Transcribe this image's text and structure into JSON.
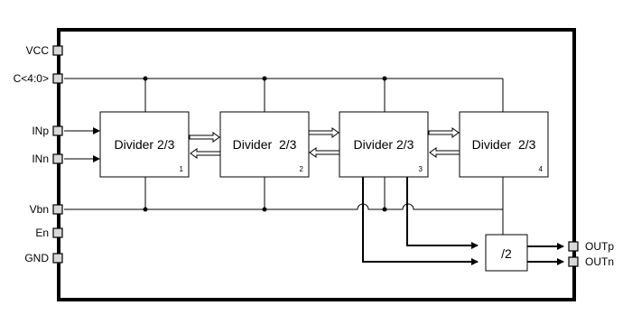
{
  "pins_left": [
    {
      "id": "vcc",
      "label": "VCC"
    },
    {
      "id": "c",
      "label": "C<4:0>"
    },
    {
      "id": "inp",
      "label": "INp"
    },
    {
      "id": "inn",
      "label": "INn"
    },
    {
      "id": "vbn",
      "label": "Vbn"
    },
    {
      "id": "en",
      "label": "En"
    },
    {
      "id": "gnd",
      "label": "GND"
    }
  ],
  "pins_right": [
    {
      "id": "outp",
      "label": "OUTp"
    },
    {
      "id": "outn",
      "label": "OUTn"
    }
  ],
  "dividers": [
    {
      "title": "Divider 2/3",
      "index": "1"
    },
    {
      "title": "Divider  2/3",
      "index": "2"
    },
    {
      "title": "Divider 2/3",
      "index": "3"
    },
    {
      "title": "Divider  2/3",
      "index": "4"
    }
  ],
  "final_divider": {
    "label": "/2"
  },
  "colors": {
    "line": "#000000",
    "pin_fill": "#d9d9d9",
    "block_fill": "#ffffff"
  }
}
